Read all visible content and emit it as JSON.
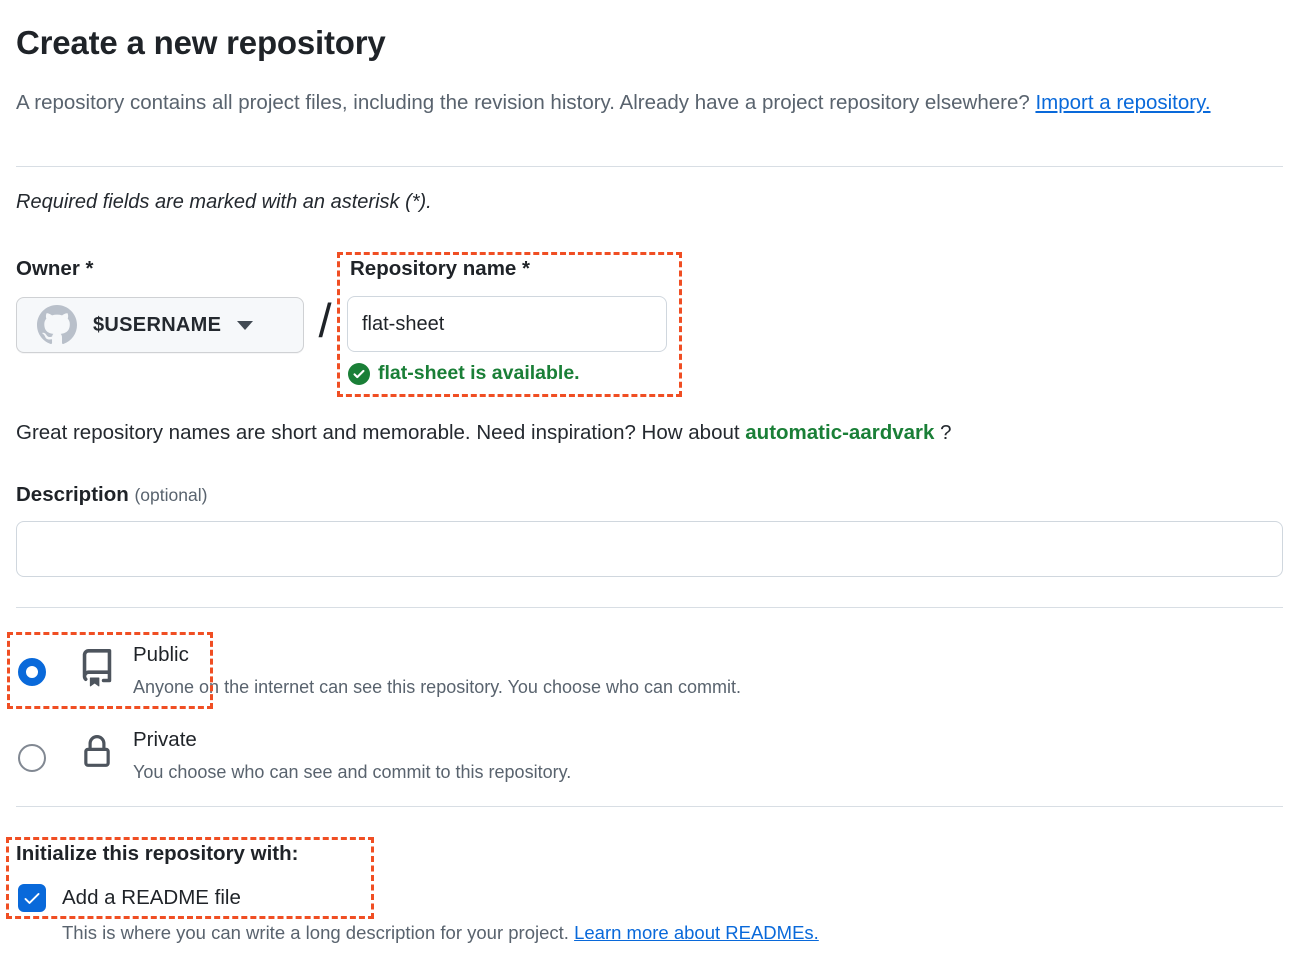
{
  "page": {
    "title": "Create a new repository",
    "intro": {
      "text": "A repository contains all project files, including the revision history. Already have a project repository elsewhere? ",
      "link": "Import a repository."
    },
    "required_note": "Required fields are marked with an asterisk (*)."
  },
  "owner": {
    "label": "Owner *",
    "selected": "$USERNAME"
  },
  "separator": "/",
  "repository_name": {
    "label": "Repository name *",
    "value": "flat-sheet",
    "availability_message": "flat-sheet is available."
  },
  "name_suggestion": {
    "text_before": "Great repository names are short and memorable. Need inspiration? How about ",
    "suggestion": "automatic-aardvark",
    "text_after": " ?"
  },
  "description": {
    "label": "Description",
    "optional_label": "(optional)",
    "value": ""
  },
  "visibility": {
    "public": {
      "label": "Public",
      "description": "Anyone on the internet can see this repository. You choose who can commit.",
      "selected": "true"
    },
    "private": {
      "label": "Private",
      "description": "You choose who can see and commit to this repository.",
      "selected": "false"
    }
  },
  "initialize": {
    "heading": "Initialize this repository with:",
    "readme_checkbox": {
      "label": "Add a README file",
      "checked": "true"
    },
    "readme_note": {
      "text": "This is where you can write a long description for your project. ",
      "link": "Learn more about READMEs."
    }
  },
  "colors": {
    "accent_blue": "#0969da",
    "success_green": "#1a7f37",
    "annotation_orange": "#f04e23"
  }
}
